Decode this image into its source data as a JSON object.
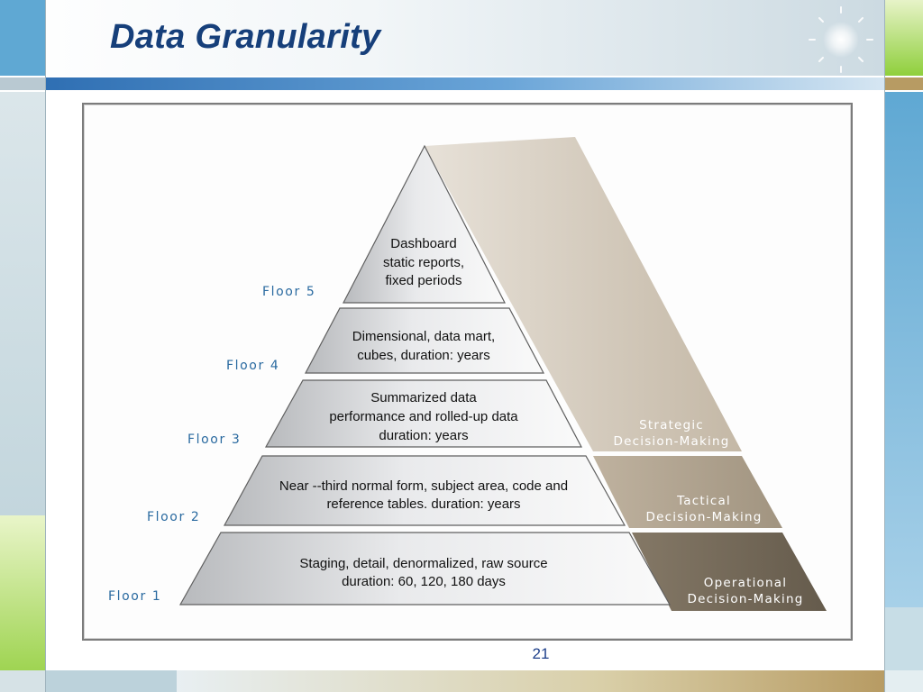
{
  "slide": {
    "title": "Data Granularity",
    "page_number": "21"
  },
  "diagram": {
    "floors": [
      {
        "label": "Floor 5",
        "lines": [
          "Dashboard",
          "static reports,",
          "fixed periods"
        ]
      },
      {
        "label": "Floor 4",
        "lines": [
          "Dimensional, data mart,",
          "cubes, duration: years"
        ]
      },
      {
        "label": "Floor 3",
        "lines": [
          "Summarized data",
          "performance and rolled-up data",
          "duration: years"
        ]
      },
      {
        "label": "Floor 2",
        "lines": [
          "Near --third normal form, subject area, code and",
          "reference tables. duration: years"
        ]
      },
      {
        "label": "Floor 1",
        "lines": [
          "Staging, detail, denormalized, raw source",
          "duration: 60, 120, 180 days"
        ]
      }
    ],
    "decisions": [
      {
        "lines": [
          "Strategic",
          "Decision-Making"
        ]
      },
      {
        "lines": [
          "Tactical",
          "Decision-Making"
        ]
      },
      {
        "lines": [
          "Operational",
          "Decision-Making"
        ]
      }
    ]
  },
  "colors": {
    "title": "#163f7a",
    "floor_label": "#2a6aa0",
    "strategic_band": "#c9bfb2",
    "tactical_band": "#a99c89",
    "operational_band": "#706656"
  }
}
